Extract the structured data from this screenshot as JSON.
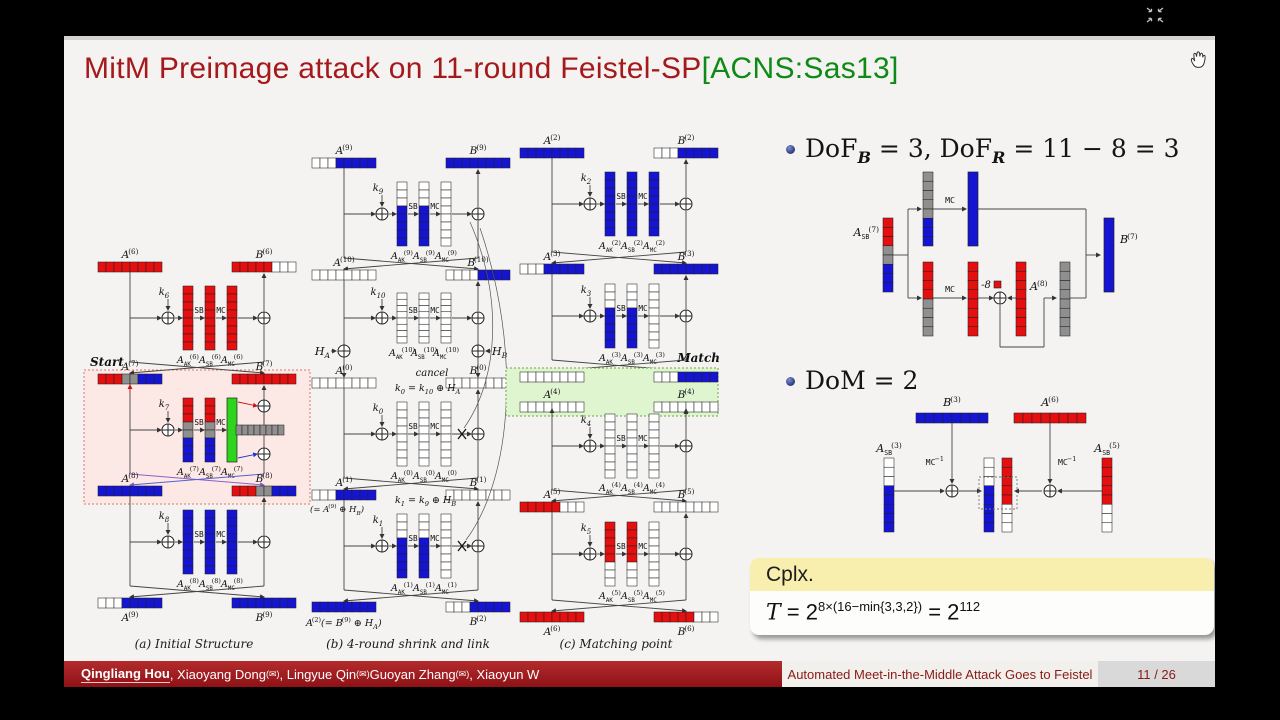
{
  "slide": {
    "title": "MitM Preimage attack on 11-round Feistel-SP",
    "title_cite": "[ACNS:Sas13]",
    "bullet1": {
      "t1": "DoF",
      "s1": "B",
      "t2": " = 3,  DoF",
      "s2": "R",
      "t3": " = 11 − 8 = 3"
    },
    "bullet2": "DoM = 2",
    "cplx": {
      "title": "Cplx.",
      "f1": "T",
      "f2": " = 2",
      "exp1": "8×(16−min{3,3,2})",
      "f3": " = 2",
      "exp2": "112"
    }
  },
  "footer": {
    "author1": "Qingliang Hou",
    "sep1": " , Xiaoyang Dong",
    "mail": "(✉)",
    "sep2": ", Lingyue Qin ",
    "sep3": "  Guoyan Zhang ",
    "sep4": ", Xiaoyun W",
    "title": "Automated Meet-in-the-Middle Attack Goes to Feistel",
    "page": "11 / 26"
  },
  "figure": {
    "colors": {
      "red": "#e60f0f",
      "blue": "#1414d2",
      "gray": "#8f8f8f",
      "green": "#2fd41c",
      "start_fill": "#fce9e6",
      "start_stroke": "#dd7766",
      "match_fill": "#def5cf",
      "match_stroke": "#66aa44"
    },
    "columns": [
      {
        "caption": "(a) Initial Structure",
        "box": {
          "label": "Start"
        },
        "flow": [
          {
            "type": "state",
            "a": "A^(6)",
            "ap": "r8",
            "b": "B^(6)",
            "bp": "r5 w3"
          },
          {
            "type": "round",
            "k": "k_6",
            "sb": "SB",
            "mc": "MC",
            "bars": [
              "A_AK^(6)",
              "A_SB^(6)",
              "A_MC^(6)"
            ],
            "pats": [
              "r8",
              "r8",
              "r8"
            ]
          },
          {
            "type": "state",
            "a": "A^(7)",
            "ap": "r3 g2 b3",
            "b": "B^(7)",
            "bp": "r8"
          },
          {
            "type": "round7",
            "k": "k_7",
            "sb": "SB",
            "mc": "MC",
            "bars": [
              "A_AK^(7)",
              "A_SB^(7)",
              "A_MC^(7)"
            ],
            "pats": [
              "r3 g2 b3",
              "r3 g2 b3",
              "G8"
            ],
            "hpat": "g8"
          },
          {
            "type": "state",
            "a": "A^(8)",
            "ap": "b8",
            "b": "B^(8)",
            "bp": "r3 g2 b3"
          },
          {
            "type": "round",
            "k": "k_8",
            "sb": "SB",
            "mc": "MC",
            "bars": [
              "A_AK^(8)",
              "A_SB^(8)",
              "A_MC^(8)"
            ],
            "pats": [
              "b8",
              "b8",
              "b8"
            ]
          },
          {
            "type": "state",
            "a": "A^(9)",
            "ap": "w3 b5",
            "b": "B^(9)",
            "bp": "b8",
            "below": true
          }
        ]
      },
      {
        "caption": "(b) 4-round shrink and link",
        "cancel": "cancel",
        "flow": [
          {
            "type": "state",
            "a": "A^(9)",
            "ap": "w3 b5",
            "b": "B^(9)",
            "bp": "b8"
          },
          {
            "type": "round",
            "k": "k_9",
            "sb": "SB",
            "mc": "MC",
            "bars": [
              "A_AK^(9)",
              "A_SB^(9)",
              "A_MC^(9)"
            ],
            "pats": [
              "w3 b5",
              "w3 b5",
              "w8"
            ]
          },
          {
            "type": "state",
            "a": "A^(10)",
            "ap": "w8",
            "b": "B^(10)",
            "bp": "w4 b4"
          },
          {
            "type": "round",
            "k": "k_10",
            "sb": "SB",
            "mc": "MC",
            "bars": [
              "A_AK^(10)",
              "A_SB^(10)",
              "A_MC^(10)"
            ],
            "pats": [
              "w8",
              "w8",
              "w8"
            ],
            "nocross": true,
            "compact": true
          },
          {
            "type": "hxor",
            "left": "H_A",
            "right": "H_B"
          },
          {
            "type": "state",
            "a": "A^(0)",
            "ap": "w8",
            "b": "B^(0)",
            "bp": "w8"
          },
          {
            "type": "round",
            "k": "k_0",
            "sb": "SB",
            "mc": "MC",
            "bars": [
              "A_AK^(0)",
              "A_SB^(0)",
              "A_MC^(0)"
            ],
            "pats": [
              "w8",
              "w8",
              "w8"
            ],
            "cross": true,
            "formula": [
              {
                "t": "k",
                "sub": "0"
              },
              {
                "t": " = k",
                "sub": "10"
              },
              {
                "t": " ⊕ H",
                "sub": "A"
              }
            ]
          },
          {
            "type": "state",
            "a": "A^(1)",
            "ap": "w3 b5",
            "b": "B^(1)",
            "bp": "w8",
            "anote": [
              {
                "t": "(= A",
                "sup": "(9)"
              },
              {
                "t": " ⊕ H",
                "sub": "B"
              },
              {
                "t": ")"
              }
            ]
          },
          {
            "type": "round",
            "k": "k_1",
            "sb": "SB",
            "mc": "MC",
            "bars": [
              "A_AK^(1)",
              "A_SB^(1)",
              "A_MC^(1)"
            ],
            "pats": [
              "w3 b5",
              "w3 b5",
              "w8"
            ],
            "cross": true,
            "formula": [
              {
                "t": "k",
                "sub": "1"
              },
              {
                "t": " = k",
                "sub": "9"
              },
              {
                "t": " ⊕ H",
                "sub": "B"
              }
            ]
          },
          {
            "type": "state",
            "ap": "b8",
            "b": "B^(2)",
            "bp": "w3 b5",
            "below": true,
            "abelow": [
              {
                "t": "A",
                "sup": "(2)"
              },
              {
                "t": "(= B",
                "sup": "(9)"
              },
              {
                "t": " ⊕ H",
                "sub": "A"
              },
              {
                "t": ")"
              }
            ]
          }
        ]
      },
      {
        "caption": "(c) Matching point",
        "flow": [
          {
            "type": "state",
            "a": "A^(2)",
            "ap": "b8",
            "b": "B^(2)",
            "bp": "w3 b5"
          },
          {
            "type": "round",
            "k": "k_2",
            "sb": "SB",
            "mc": "MC",
            "bars": [
              "A_AK^(2)",
              "A_SB^(2)",
              "A_MC^(2)"
            ],
            "pats": [
              "b8",
              "b8",
              "b8"
            ]
          },
          {
            "type": "state",
            "a": "A^(3)",
            "ap": "w3 b5",
            "b": "B^(3)",
            "bp": "b8"
          },
          {
            "type": "round",
            "k": "k_3",
            "sb": "SB",
            "mc": "MC",
            "bars": [
              "A_AK^(3)",
              "A_SB^(3)",
              "A_MC^(3)"
            ],
            "pats": [
              "w3 b5",
              "w3 b5",
              "w8"
            ]
          },
          {
            "type": "match",
            "label": "Match",
            "a": "A^(4)",
            "b": "B^(4)",
            "a_top": "w8",
            "a_bot": "w8",
            "b_top": "w3 b5",
            "b_bot": "w8"
          },
          {
            "type": "round",
            "k": "k_4",
            "sb": "SB",
            "mc": "MC",
            "bars": [
              "A_AK^(4)",
              "A_SB^(4)",
              "A_MC^(4)"
            ],
            "pats": [
              "w8",
              "w8",
              "w8"
            ],
            "uparrow": true
          },
          {
            "type": "state",
            "a": "A^(5)",
            "ap": "r5 w3",
            "b": "B^(5)",
            "bp": "w8"
          },
          {
            "type": "round",
            "k": "k_5",
            "sb": "SB",
            "mc": "MC",
            "bars": [
              "A_AK^(5)",
              "A_SB^(5)",
              "A_MC^(5)"
            ],
            "pats": [
              "r5 w3",
              "r5 w3",
              "w8"
            ]
          },
          {
            "type": "state",
            "a": "A^(6)",
            "ap": "r8",
            "b": "B^(6)",
            "bp": "r5 w3",
            "below": true
          }
        ]
      }
    ],
    "right1": {
      "input": "A_SB^(7)",
      "input_pat": "r3 g2 b3",
      "mc_top": "MC",
      "mc_bot": "MC",
      "top_in": "g5 b3",
      "top_out": "B8",
      "bot_in": "r4 g4",
      "bot_out": "r8",
      "minus": "-8",
      "a8": "A^(8)",
      "a8_pat": "r8",
      "gray_pat": "g8",
      "out": "B^(7)",
      "out_pat": "B8"
    },
    "right2": {
      "b3": "B^(3)",
      "b3_pat": "b8",
      "a6": "A^(6)",
      "a6_pat": "r8",
      "mcinv": "MC^−1",
      "asb3": "A_SB^(3)",
      "asb3_pat": "w3 b5",
      "asb5": "A_SB^(5)",
      "asb5_pat": "r5 w3",
      "mid1": "w3 b5",
      "mid2": "r5 w3"
    }
  }
}
